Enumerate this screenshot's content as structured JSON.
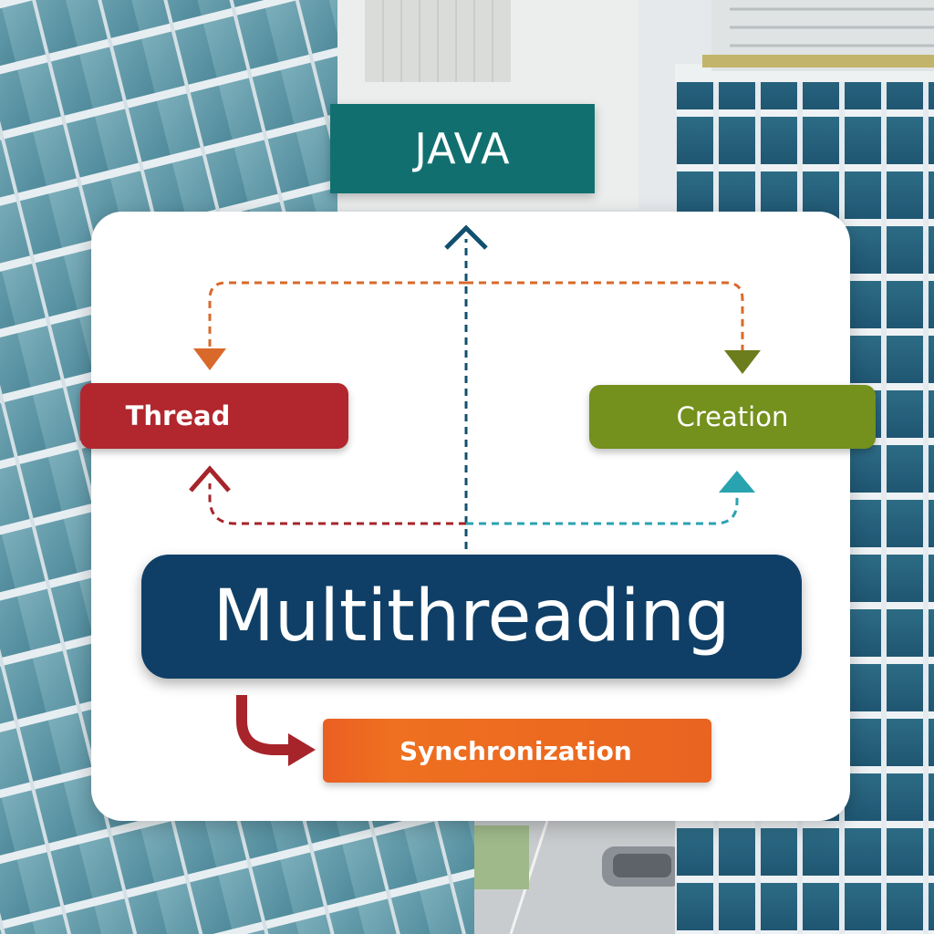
{
  "diagram": {
    "top_label": "JAVA",
    "center_label": "Multithreading",
    "left_label": "Thread",
    "right_label": "Creation",
    "bottom_label": "Synchronization"
  },
  "colors": {
    "java": "#11706f",
    "thread": "#b1272d",
    "creation": "#74901d",
    "multithreading": "#0f3f66",
    "synchronization": "#ee6a21",
    "arrow_orange": "#d9692a",
    "arrow_olive": "#6b7d1c",
    "arrow_teal": "#2aa3b0",
    "arrow_navy": "#11506e",
    "arrow_red": "#a6242a"
  }
}
